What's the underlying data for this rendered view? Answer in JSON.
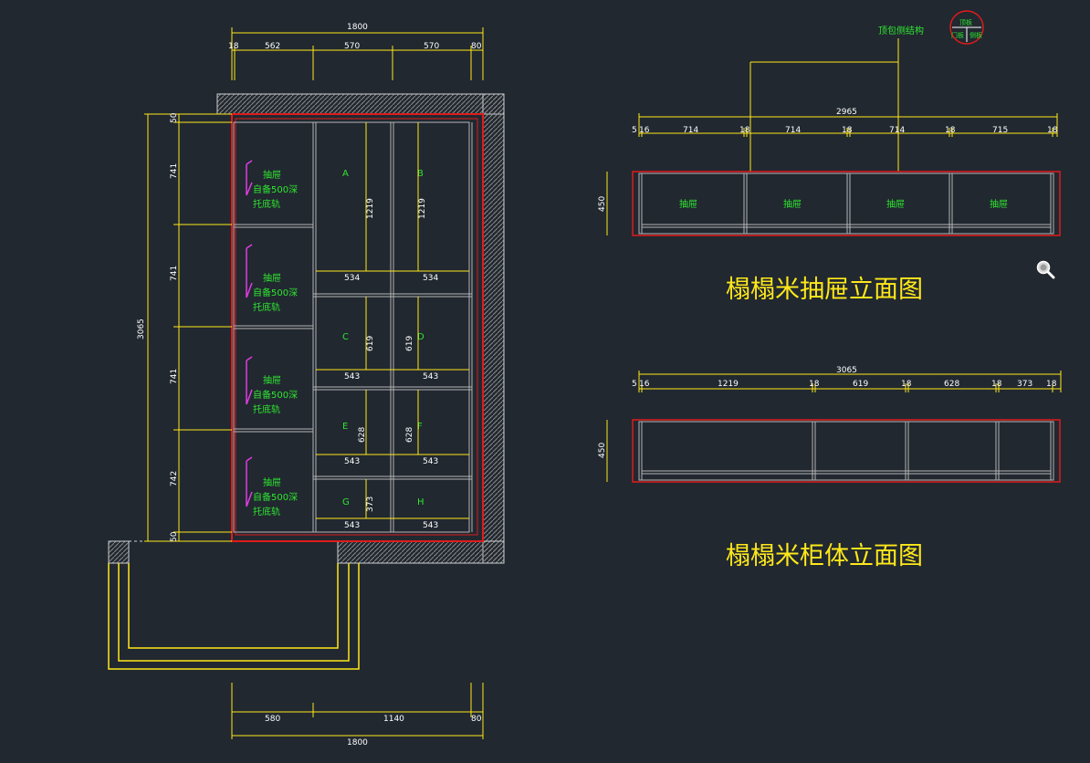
{
  "plan": {
    "top_total": "1800",
    "top_segments": [
      "18",
      "562",
      "570",
      "570",
      "80"
    ],
    "bottom_segments": [
      "580",
      "1140",
      "80"
    ],
    "bottom_total": "1800",
    "left_total": "3065",
    "left_segments": [
      "50",
      "741",
      "741",
      "741",
      "742",
      "50"
    ],
    "drawer_note_line1": "抽屉",
    "drawer_note_line2": "自备500深",
    "drawer_note_line3": "托底轨",
    "cells": [
      {
        "letter": "A",
        "height": "1219",
        "width": "534"
      },
      {
        "letter": "B",
        "height": "1219",
        "width": "534"
      },
      {
        "letter": "C",
        "height": "619",
        "width": "543"
      },
      {
        "letter": "D",
        "height": "619",
        "width": "543"
      },
      {
        "letter": "E",
        "height": "628",
        "width": "543"
      },
      {
        "letter": "F",
        "height": "628",
        "width": "543"
      },
      {
        "letter": "G",
        "height": "373",
        "width": "543"
      },
      {
        "letter": "H",
        "height": "",
        "width": "543"
      }
    ]
  },
  "callout": {
    "label": "顶包侧结构",
    "detail_top": "顶板",
    "detail_left": "门板",
    "detail_right": "侧板"
  },
  "drawer_elevation": {
    "title": "榻榻米抽屉立面图",
    "total": "2965",
    "segments": [
      "5",
      "16",
      "714",
      "18",
      "714",
      "18",
      "714",
      "18",
      "715",
      "18"
    ],
    "height": "450",
    "drawer_label": "抽屉"
  },
  "cabinet_elevation": {
    "title": "榻榻米柜体立面图",
    "total": "3065",
    "segments": [
      "5",
      "16",
      "1219",
      "18",
      "619",
      "18",
      "628",
      "18",
      "373",
      "18"
    ],
    "height": "450"
  }
}
